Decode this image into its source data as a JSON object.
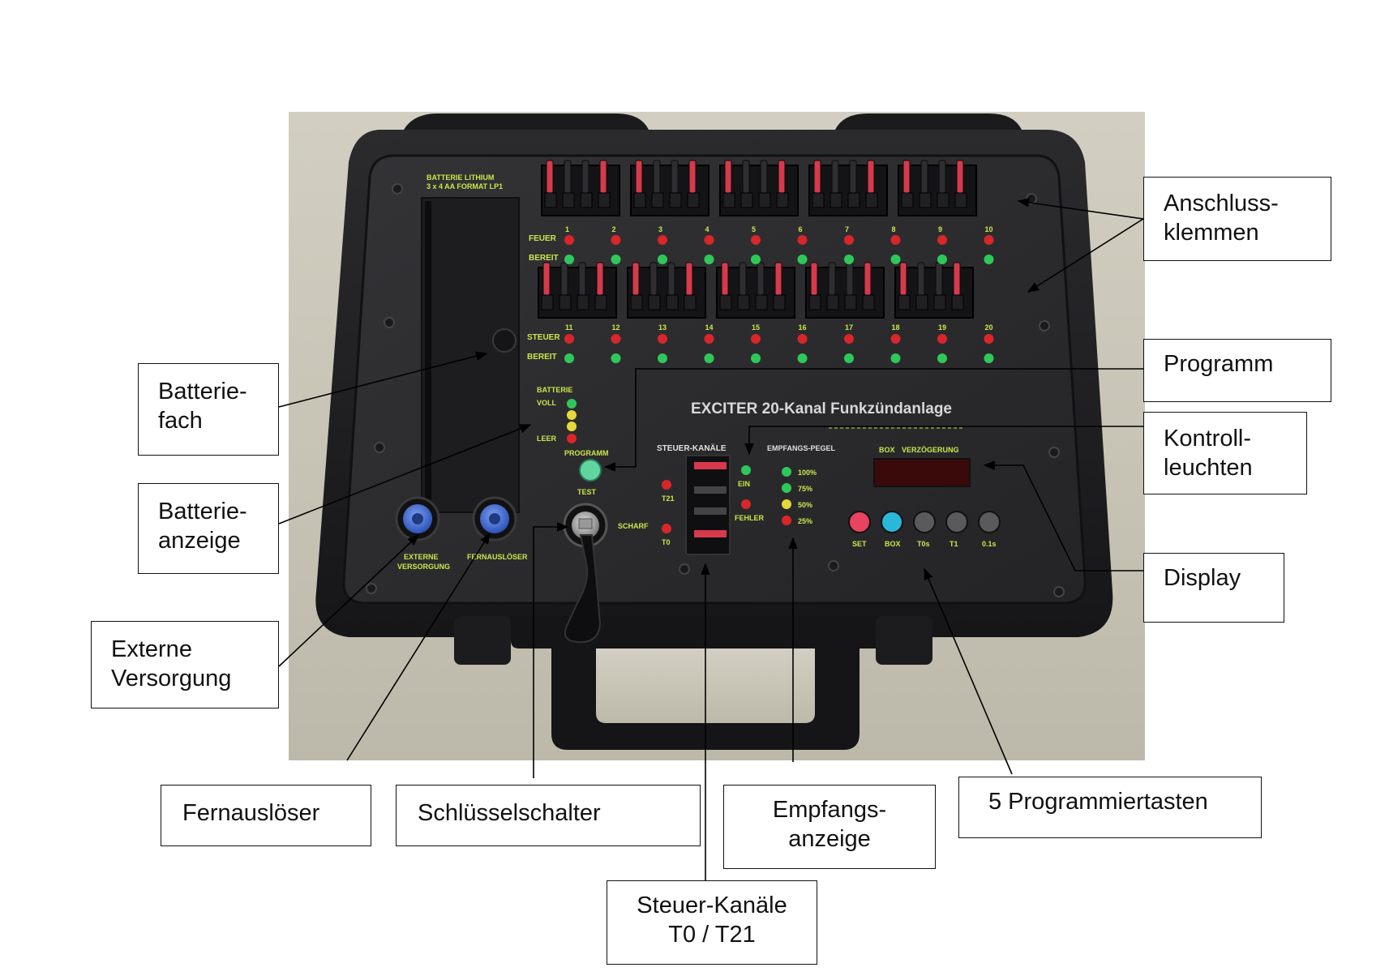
{
  "colors": {
    "photo_background": "#c9c5b6",
    "case_body": "#1e1e20",
    "panel_face": "#2a2a2c",
    "label_green": "#c9e84a",
    "led_red": "#d8262a",
    "led_green": "#2ec85a",
    "led_yellow": "#e6d83a",
    "terminal_red": "#d63a4c",
    "connector_blue": "#3c67d6",
    "button_pink": "#e8435f",
    "button_cyan": "#2ab7d8",
    "button_grey": "#5a5a5c",
    "program_button": "#5fd6a0"
  },
  "device": {
    "title": "EXCITER 20-Kanal Funkzündanlage",
    "battery_compartment_label_line1": "BATTERIE LITHIUM",
    "battery_compartment_label_line2": "3 x 4 AA FORMAT LP1",
    "row_label_feuer": "FEUER",
    "row_label_bereit": "BEREIT",
    "row_label_steuer": "STEUER",
    "channels_top": [
      "1",
      "2",
      "3",
      "4",
      "5",
      "6",
      "7",
      "8",
      "9",
      "10"
    ],
    "channels_bottom": [
      "11",
      "12",
      "13",
      "14",
      "15",
      "16",
      "17",
      "18",
      "19",
      "20"
    ],
    "battery_indicator_title": "BATTERIE",
    "battery_indicator_voll": "VOLL",
    "battery_indicator_leer": "LEER",
    "program_label": "PROGRAMM",
    "test_label": "TEST",
    "scharf_label": "SCHARF",
    "steuer_kanaele_label": "STEUER-KANÄLE",
    "t21_label": "T21",
    "t0_label": "T0",
    "ein_label": "EIN",
    "fehler_label": "FEHLER",
    "empfangspegel_label": "EMPFANGS-PEGEL",
    "signal_levels": [
      "100%",
      "75%",
      "50%",
      "25%"
    ],
    "box_label": "BOX",
    "verzoegerung_label": "VERZÖGERUNG",
    "buttons": [
      "SET",
      "BOX",
      "T0s",
      "T1",
      "0.1s"
    ],
    "externe_label": "EXTERNE",
    "versorgung_label": "VERSORGUNG",
    "fernausloeser_label": "FERNAUSLÖSER"
  },
  "callouts": {
    "anschlussklemmen": [
      "Anschluss-",
      "klemmen"
    ],
    "batteriefach": [
      "Batterie-",
      "fach"
    ],
    "programm": [
      "Programm"
    ],
    "kontrollleuchten": [
      "Kontroll-",
      "leuchten"
    ],
    "batterieanzeige": [
      "Batterie-",
      "anzeige"
    ],
    "display": [
      "Display"
    ],
    "externe_versorgung": [
      "Externe",
      "Versorgung"
    ],
    "fernausloeser": [
      "Fernauslöser"
    ],
    "schluesselschalter": [
      "Schlüsselschalter"
    ],
    "empfangsanzeige": [
      "Empfangs-",
      "anzeige"
    ],
    "programmiertasten": [
      "5 Programmiertasten"
    ],
    "steuer_kanaele": [
      "Steuer-Kanäle",
      "T0 / T21"
    ]
  }
}
